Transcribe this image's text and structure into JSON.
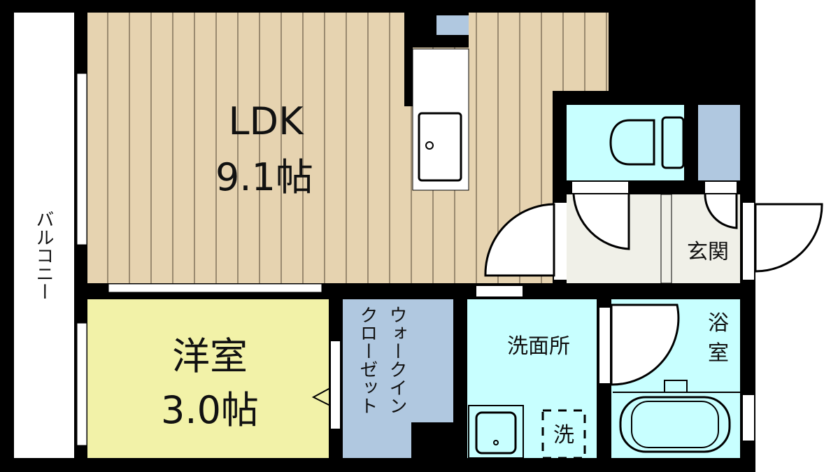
{
  "rooms": {
    "ldk": {
      "name": "LDK",
      "size": "9.1帖"
    },
    "western_room": {
      "name": "洋室",
      "size": "3.0帖"
    },
    "walk_in_closet": {
      "line1": "ウォークイン",
      "line2": "クローゼット"
    },
    "washroom": {
      "name": "洗面所",
      "washer_mark": "洗"
    },
    "bathroom": {
      "line1": "浴",
      "line2": "室"
    },
    "entrance": {
      "name": "玄関"
    },
    "balcony": {
      "name": "バルコニー"
    }
  },
  "colors": {
    "wall": "#000000",
    "ldk_floor": "#e6d3b0",
    "floor_stripe": "#9a8a70",
    "western_room": "#f2f2a8",
    "closet": "#b0c8e0",
    "wet_area": "#c8ffff",
    "hall": "#f0f0e8"
  }
}
